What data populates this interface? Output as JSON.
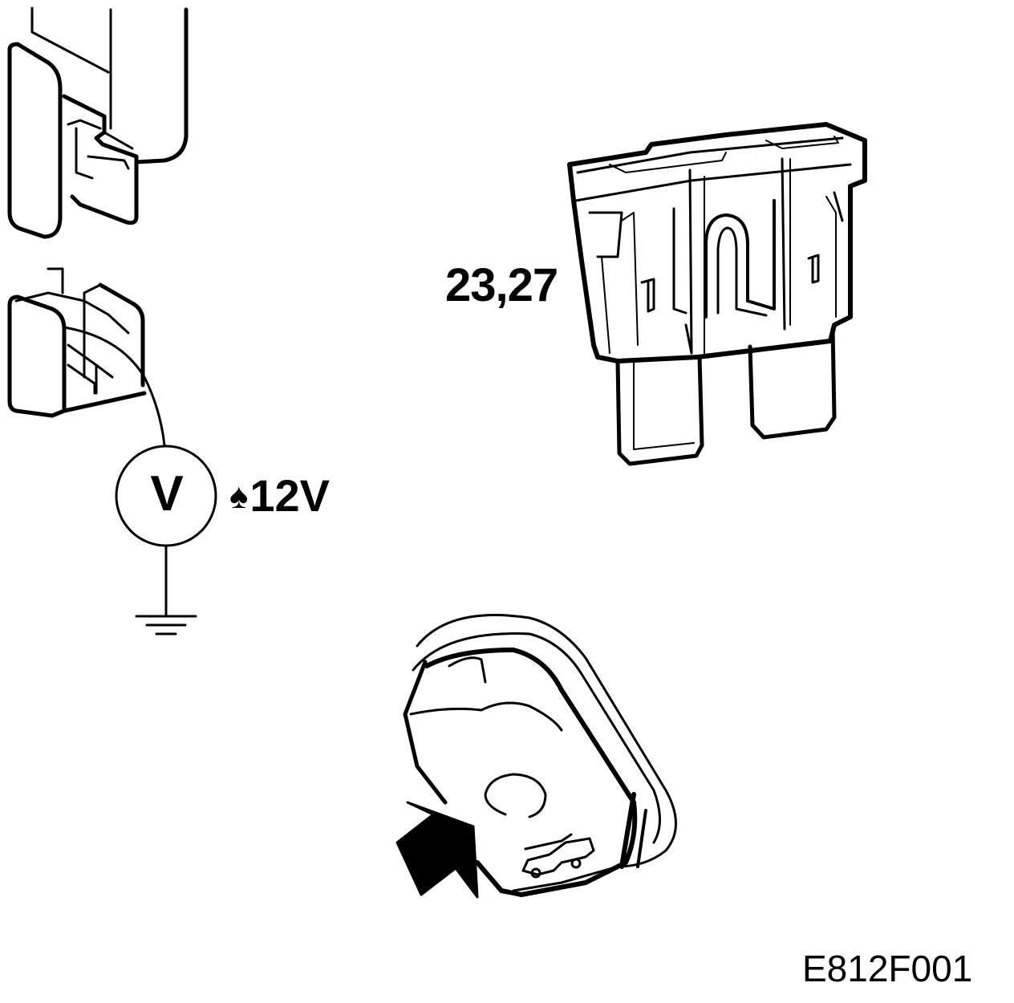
{
  "fuse_label": "23,27",
  "voltmeter": {
    "symbol": "V",
    "reading": "12V",
    "reading_prefix": "♠"
  },
  "figure_code": "E812F001",
  "colors": {
    "line": "#000000",
    "background": "#ffffff"
  },
  "icons": [
    "fuse-icon",
    "connector-icon",
    "voltmeter-icon",
    "ground-icon",
    "switch-button-icon",
    "arrow-icon",
    "car-trunk-icon"
  ]
}
